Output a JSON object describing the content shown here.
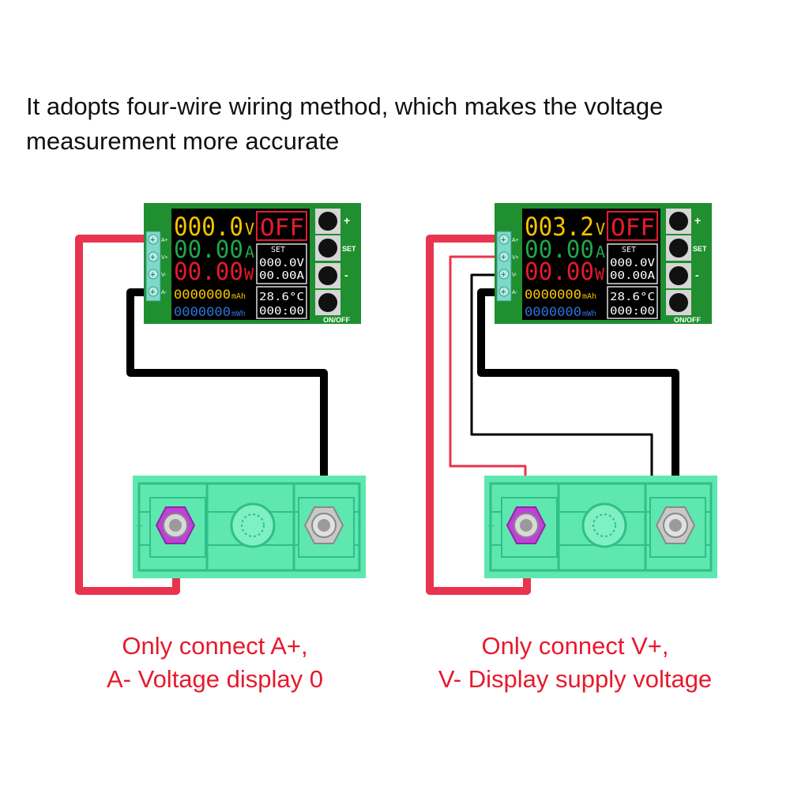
{
  "heading": "It adopts four-wire wiring method, which makes the voltage measurement more accurate",
  "captions": {
    "left": [
      "Only connect A+,",
      "A- Voltage display 0"
    ],
    "right": [
      "Only connect V+,",
      "V- Display supply voltage"
    ]
  },
  "module": {
    "terminals": [
      "A+",
      "V+",
      "V-",
      "A-"
    ],
    "buttons": [
      "+",
      "SET",
      "-",
      "ON/OFF"
    ],
    "power_unit": "W",
    "current_unit": "A",
    "off_label": "OFF",
    "set_label": "SET",
    "set_voltage": "000.0V",
    "set_current": "00.00A",
    "capacity": "0000000",
    "capacity_unit": "mAh",
    "energy": "0000000",
    "energy_unit": "mWh",
    "temperature": "28.6°C",
    "timer": "000:00"
  },
  "panels": {
    "left": {
      "voltage": "000.0",
      "voltage_unit": "V",
      "current": "00.00",
      "power": "00.00"
    },
    "right": {
      "voltage": "003.2",
      "voltage_unit": "V",
      "current": "00.00",
      "power": "00.00"
    }
  },
  "battery": {
    "plus": "+",
    "minus": "-"
  },
  "colors": {
    "pcb": "#1f8f2f",
    "lcd_bg": "#000000",
    "lcd_yellow": "#f5c400",
    "lcd_green": "#1fa64a",
    "lcd_red": "#e8192c",
    "lcd_blue": "#2f6fd8",
    "battery": "#5ee8b0",
    "positive_post": "#c040d8",
    "red_wire": "#e8344e",
    "black_wire": "#000000"
  }
}
